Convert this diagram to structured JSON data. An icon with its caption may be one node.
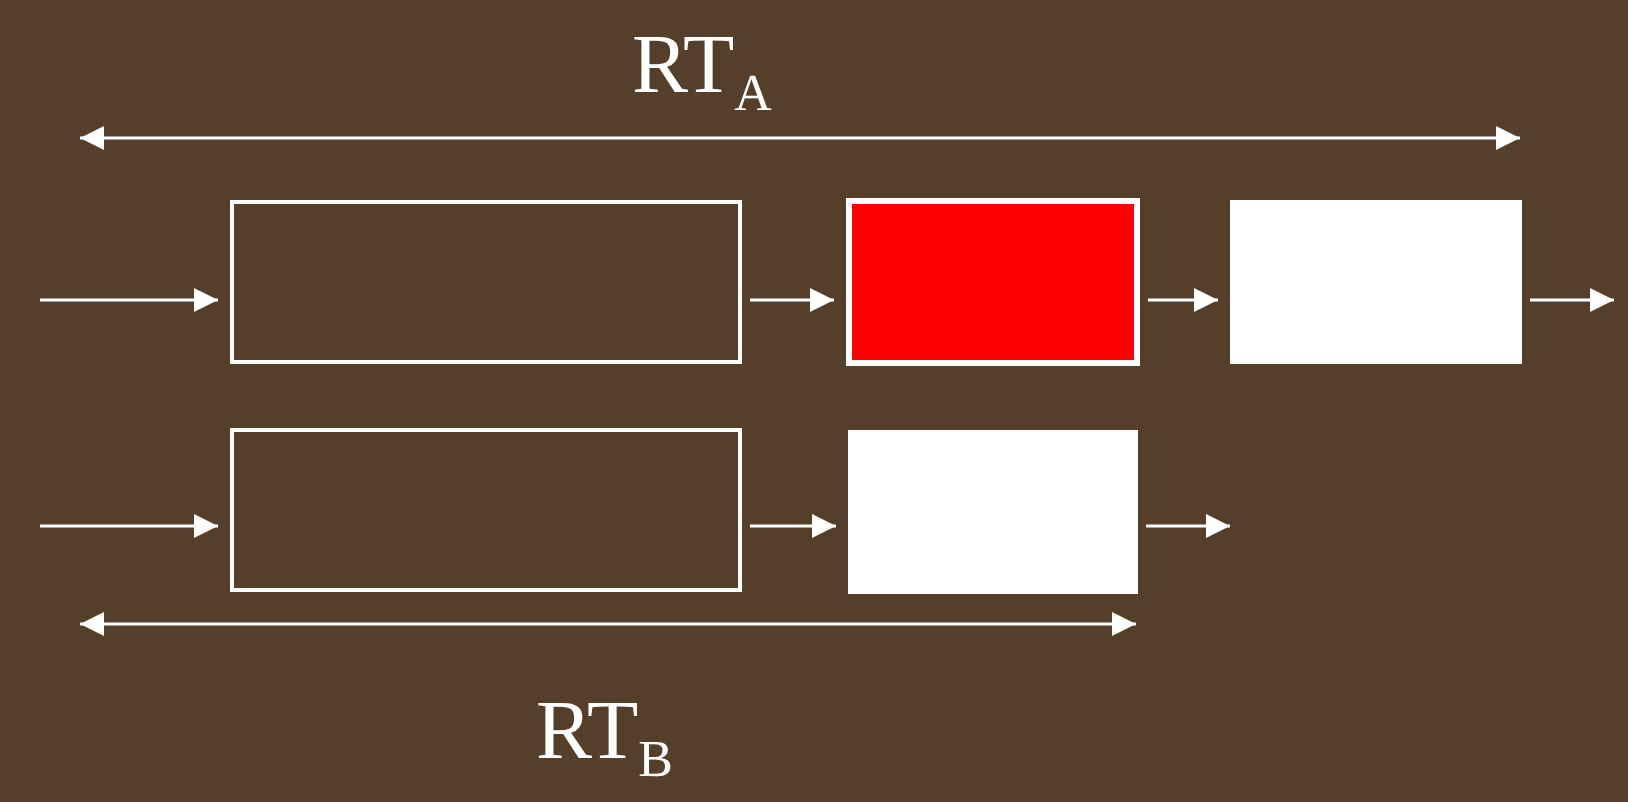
{
  "diagram": {
    "nodes": [
      {
        "text": [],
        "shape": "box"
      },
      {
        "text": [],
        "shape": "box"
      },
      {
        "text": [],
        "shape": "box"
      },
      {
        "text": [],
        "shape": "box"
      },
      {
        "text": [],
        "shape": "box"
      }
    ],
    "edges": [
      {
        "from": null,
        "to": 0,
        "arrow": "to"
      },
      {
        "from": 0,
        "to": 1,
        "arrow": "to"
      },
      {
        "from": 1,
        "to": 2,
        "arrow": "to"
      },
      {
        "from": 2,
        "to": null,
        "arrow": "to"
      },
      {
        "from": null,
        "to": 3,
        "arrow": "to"
      },
      {
        "from": 3,
        "to": 4,
        "arrow": "to"
      },
      {
        "from": 4,
        "to": null,
        "arrow": "to"
      }
    ],
    "labels": [
      "RT$_{A}$",
      "RT$_{B}$"
    ]
  }
}
